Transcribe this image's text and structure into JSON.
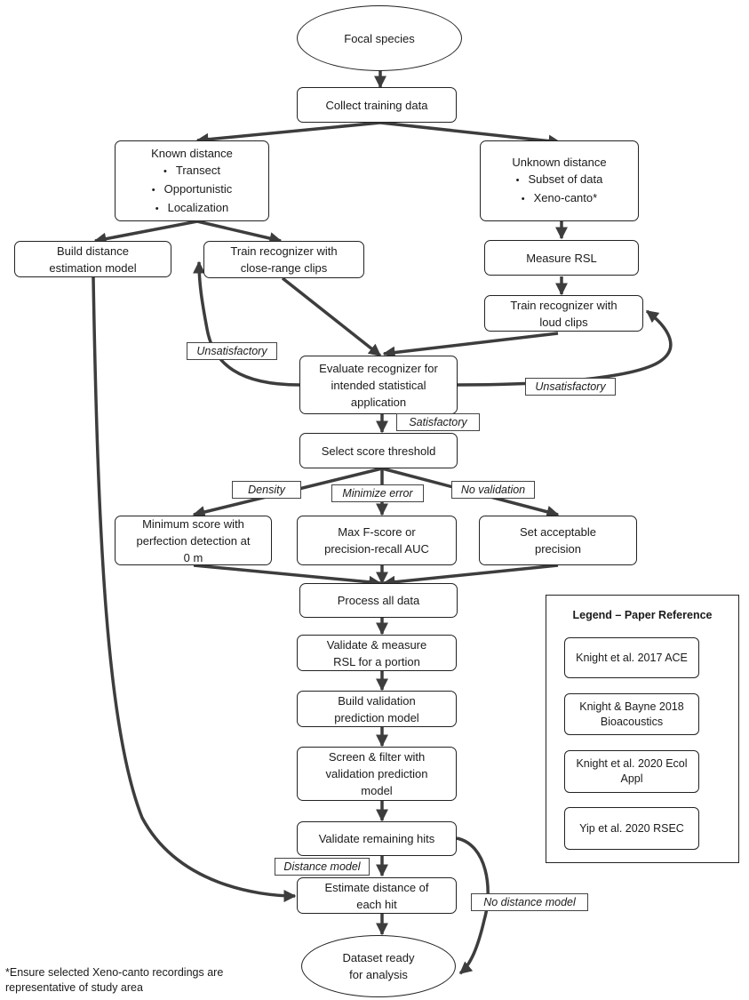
{
  "nodes": {
    "focal": {
      "lines": [
        "Focal species"
      ]
    },
    "collect": {
      "lines": [
        "Collect training data"
      ]
    },
    "known": {
      "lines": [
        "Known distance"
      ],
      "bullets": [
        "Transect",
        "Opportunistic",
        "Localization"
      ]
    },
    "unknown": {
      "lines": [
        "Unknown distance"
      ],
      "bullets": [
        "Subset of data",
        "Xeno-canto*"
      ]
    },
    "build_distance": {
      "lines": [
        "Build distance",
        "estimation model"
      ]
    },
    "train_close": {
      "lines": [
        "Train recognizer with",
        "close-range clips"
      ]
    },
    "measure_rsl": {
      "lines": [
        "Measure RSL"
      ]
    },
    "train_loud": {
      "lines": [
        "Train recognizer with",
        "loud clips"
      ]
    },
    "evaluate": {
      "lines": [
        "Evaluate recognizer for",
        "intended statistical",
        "application"
      ]
    },
    "select_threshold": {
      "lines": [
        "Select score threshold"
      ]
    },
    "min_score": {
      "lines": [
        "Minimum score with",
        "perfection detection at",
        "0 m"
      ]
    },
    "max_f": {
      "lines": [
        "Max F-score or",
        "precision-recall AUC"
      ]
    },
    "set_precision": {
      "lines": [
        "Set acceptable",
        "precision"
      ]
    },
    "process": {
      "lines": [
        "Process all data"
      ]
    },
    "validate_measure": {
      "lines": [
        "Validate & measure",
        "RSL for a portion"
      ]
    },
    "build_validation": {
      "lines": [
        "Build validation",
        "prediction model"
      ]
    },
    "screen_filter": {
      "lines": [
        "Screen & filter with",
        "validation prediction",
        "model"
      ]
    },
    "validate_remaining": {
      "lines": [
        "Validate remaining hits"
      ]
    },
    "estimate_distance": {
      "lines": [
        "Estimate distance of",
        "each hit"
      ]
    },
    "dataset_ready": {
      "lines": [
        "Dataset ready",
        "for analysis"
      ]
    }
  },
  "edge_labels": {
    "unsatisfactory_left": "Unsatisfactory",
    "unsatisfactory_right": "Unsatisfactory",
    "satisfactory": "Satisfactory",
    "density": "Density",
    "minimize_error": "Minimize error",
    "no_validation": "No validation",
    "distance_model": "Distance model",
    "no_distance_model": "No distance model"
  },
  "legend": {
    "title": "Legend – Paper Reference",
    "items": [
      {
        "lines": [
          "Knight et al. 2017 ACE"
        ]
      },
      {
        "lines": [
          "Knight & Bayne 2018",
          "Bioacoustics"
        ]
      },
      {
        "lines": [
          "Knight et al. 2020 Ecol",
          "Appl"
        ]
      },
      {
        "lines": [
          "Yip et al. 2020 RSEC"
        ]
      }
    ]
  },
  "footnote": {
    "line1": "*Ensure selected Xeno-canto recordings are",
    "line2": "representative of study area"
  }
}
